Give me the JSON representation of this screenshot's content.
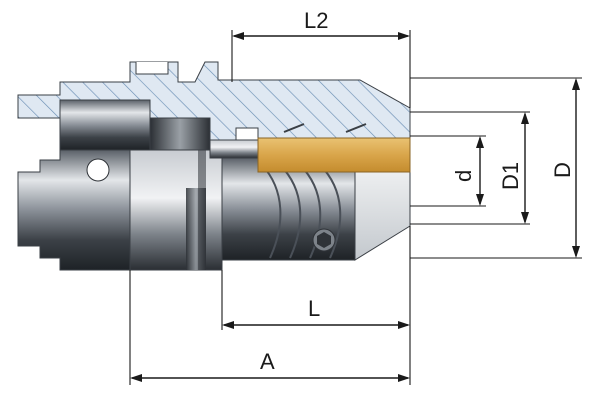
{
  "diagram": {
    "dimensions": {
      "L2": "L2",
      "L": "L",
      "A": "A",
      "d": "d",
      "D1": "D1",
      "D": "D"
    },
    "colors": {
      "section_fill": "#dfe8f2",
      "hatch": "#6b8fb5",
      "bore_insert": "#d8a94a",
      "steel_dark": "#2f3338",
      "steel_light": "#c9ced3",
      "line": "#1a1a1a"
    }
  }
}
